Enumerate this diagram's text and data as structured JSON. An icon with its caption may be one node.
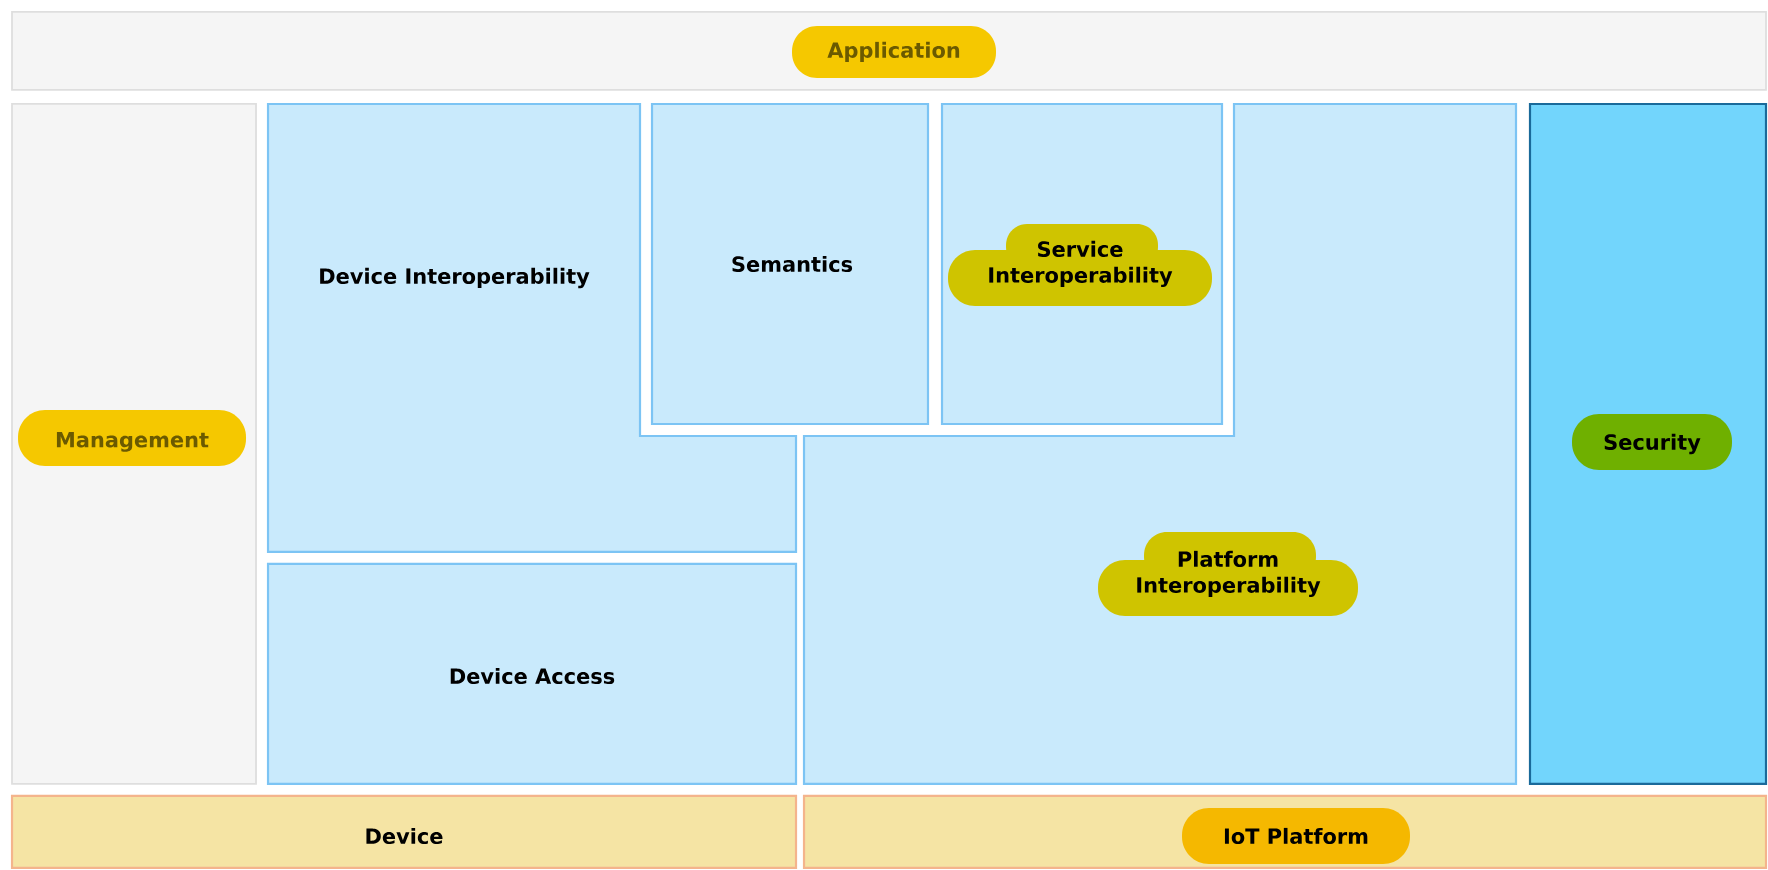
{
  "diagram": {
    "nodes": [
      {
        "text": [
          "Application"
        ]
      },
      {
        "text": [
          "Management"
        ]
      },
      {
        "text": [
          "Device Interoperability"
        ]
      },
      {
        "text": [
          "Semantics"
        ]
      },
      {
        "text": [
          "Service Interoperability"
        ]
      },
      {
        "text": [
          "Platform Interoperability"
        ]
      },
      {
        "text": [
          "Device Access"
        ]
      },
      {
        "text": [
          "Security"
        ]
      },
      {
        "text": [
          "Device"
        ]
      },
      {
        "text": [
          "IoT Platform"
        ]
      }
    ]
  }
}
